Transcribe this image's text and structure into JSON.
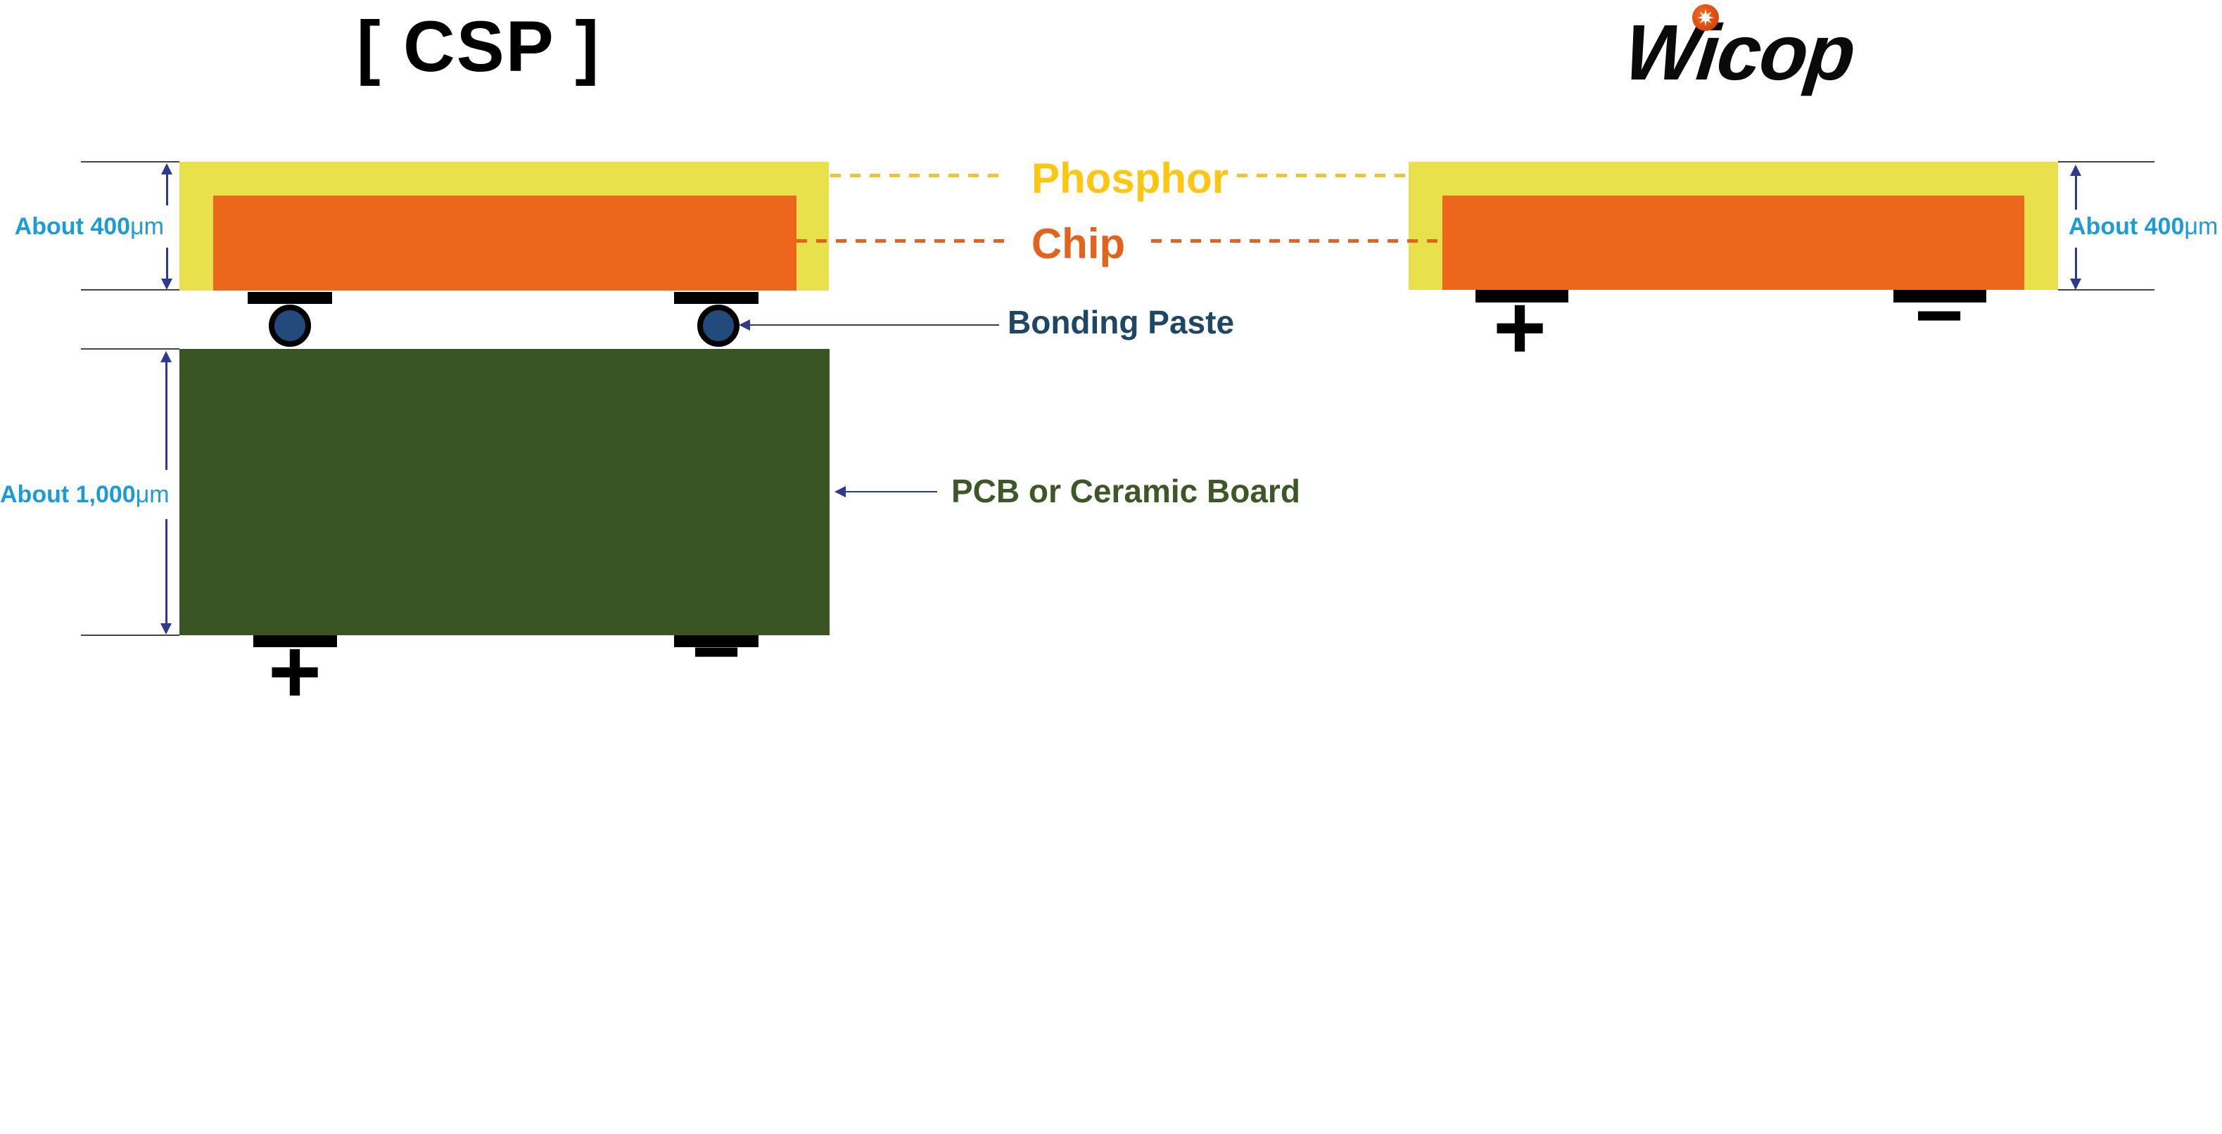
{
  "header": {
    "csp_title": "[ CSP ]",
    "wicop_logo_text": "Wicop"
  },
  "labels": {
    "phosphor": "Phosphor",
    "chip": "Chip",
    "bonding_paste": "Bonding Paste",
    "board": "PCB or Ceramic Board"
  },
  "dimensions": {
    "csp_package_height": {
      "value": "About 400",
      "unit": "μm"
    },
    "csp_board_height": {
      "value": "About 1,000",
      "unit": "μm"
    },
    "wicop_height": {
      "value": "About 400",
      "unit": "μm"
    }
  },
  "polarity": {
    "plus": "+",
    "minus": "−"
  },
  "colors": {
    "yellow": "#E8E14B",
    "orange": "#EC671B",
    "green": "#3B5424",
    "ball": "#224B7B",
    "cyan": "#1B9BD8",
    "arrow": "#2E3A8E",
    "refline": "#444444",
    "phos-text": "#FFC60F",
    "phos-dash": "#EFC52B",
    "chip": "#E2641C",
    "bond": "#1E4766",
    "pcb": "#3D5826",
    "black": "#000000"
  }
}
